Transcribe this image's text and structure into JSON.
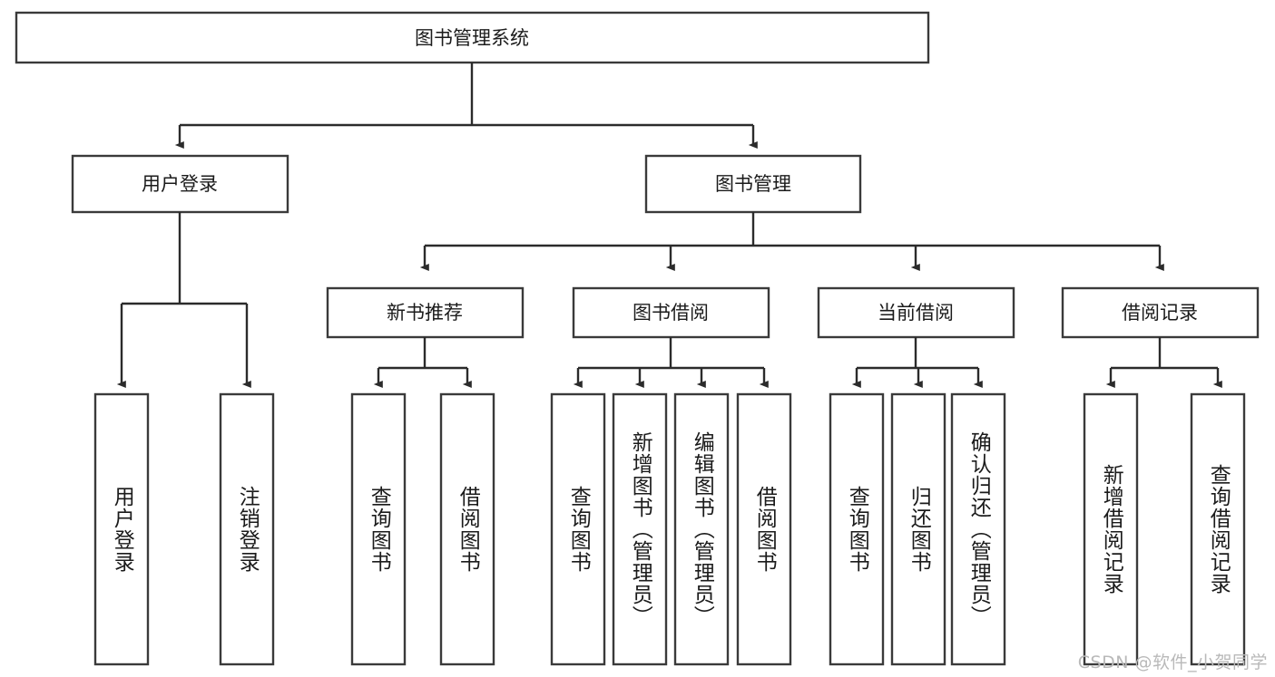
{
  "diagram": {
    "type": "tree-hierarchy-flowchart",
    "title": "图书管理系统",
    "orientation": "top-down",
    "box_fill": "#ffffff",
    "box_stroke": "#3a3a3a",
    "connector_color": "#2b2b2b",
    "text_color": "#1b1b1b",
    "background": "#ffffff"
  },
  "root": {
    "label": "图书管理系统"
  },
  "level1": [
    {
      "id": "user-login",
      "label": "用户登录"
    },
    {
      "id": "book-manage",
      "label": "图书管理"
    }
  ],
  "level2": [
    {
      "id": "new-book-recommend",
      "label": "新书推荐",
      "parent": "book-manage"
    },
    {
      "id": "book-borrow",
      "label": "图书借阅",
      "parent": "book-manage"
    },
    {
      "id": "current-borrow",
      "label": "当前借阅",
      "parent": "book-manage"
    },
    {
      "id": "borrow-record",
      "label": "借阅记录",
      "parent": "book-manage"
    }
  ],
  "leaves": {
    "user-login": [
      {
        "id": "leaf-user-login",
        "label": "用户登录"
      },
      {
        "id": "leaf-logout",
        "label": "注销登录"
      }
    ],
    "new-book-recommend": [
      {
        "id": "leaf-query-book-1",
        "label": "查询图书"
      },
      {
        "id": "leaf-borrow-book-1",
        "label": "借阅图书"
      }
    ],
    "book-borrow": [
      {
        "id": "leaf-query-book-2",
        "label": "查询图书"
      },
      {
        "id": "leaf-add-book",
        "label": "新增图书（管理员）"
      },
      {
        "id": "leaf-edit-book",
        "label": "编辑图书（管理员）"
      },
      {
        "id": "leaf-borrow-book-2",
        "label": "借阅图书"
      }
    ],
    "current-borrow": [
      {
        "id": "leaf-query-book-3",
        "label": "查询图书"
      },
      {
        "id": "leaf-return-book",
        "label": "归还图书"
      },
      {
        "id": "leaf-confirm-return",
        "label": "确认归还（管理员）"
      }
    ],
    "borrow-record": [
      {
        "id": "leaf-add-record",
        "label": "新增借阅记录"
      },
      {
        "id": "leaf-query-record",
        "label": "查询借阅记录"
      }
    ]
  },
  "watermark": {
    "text": "CSDN @软件_小贺同学"
  }
}
